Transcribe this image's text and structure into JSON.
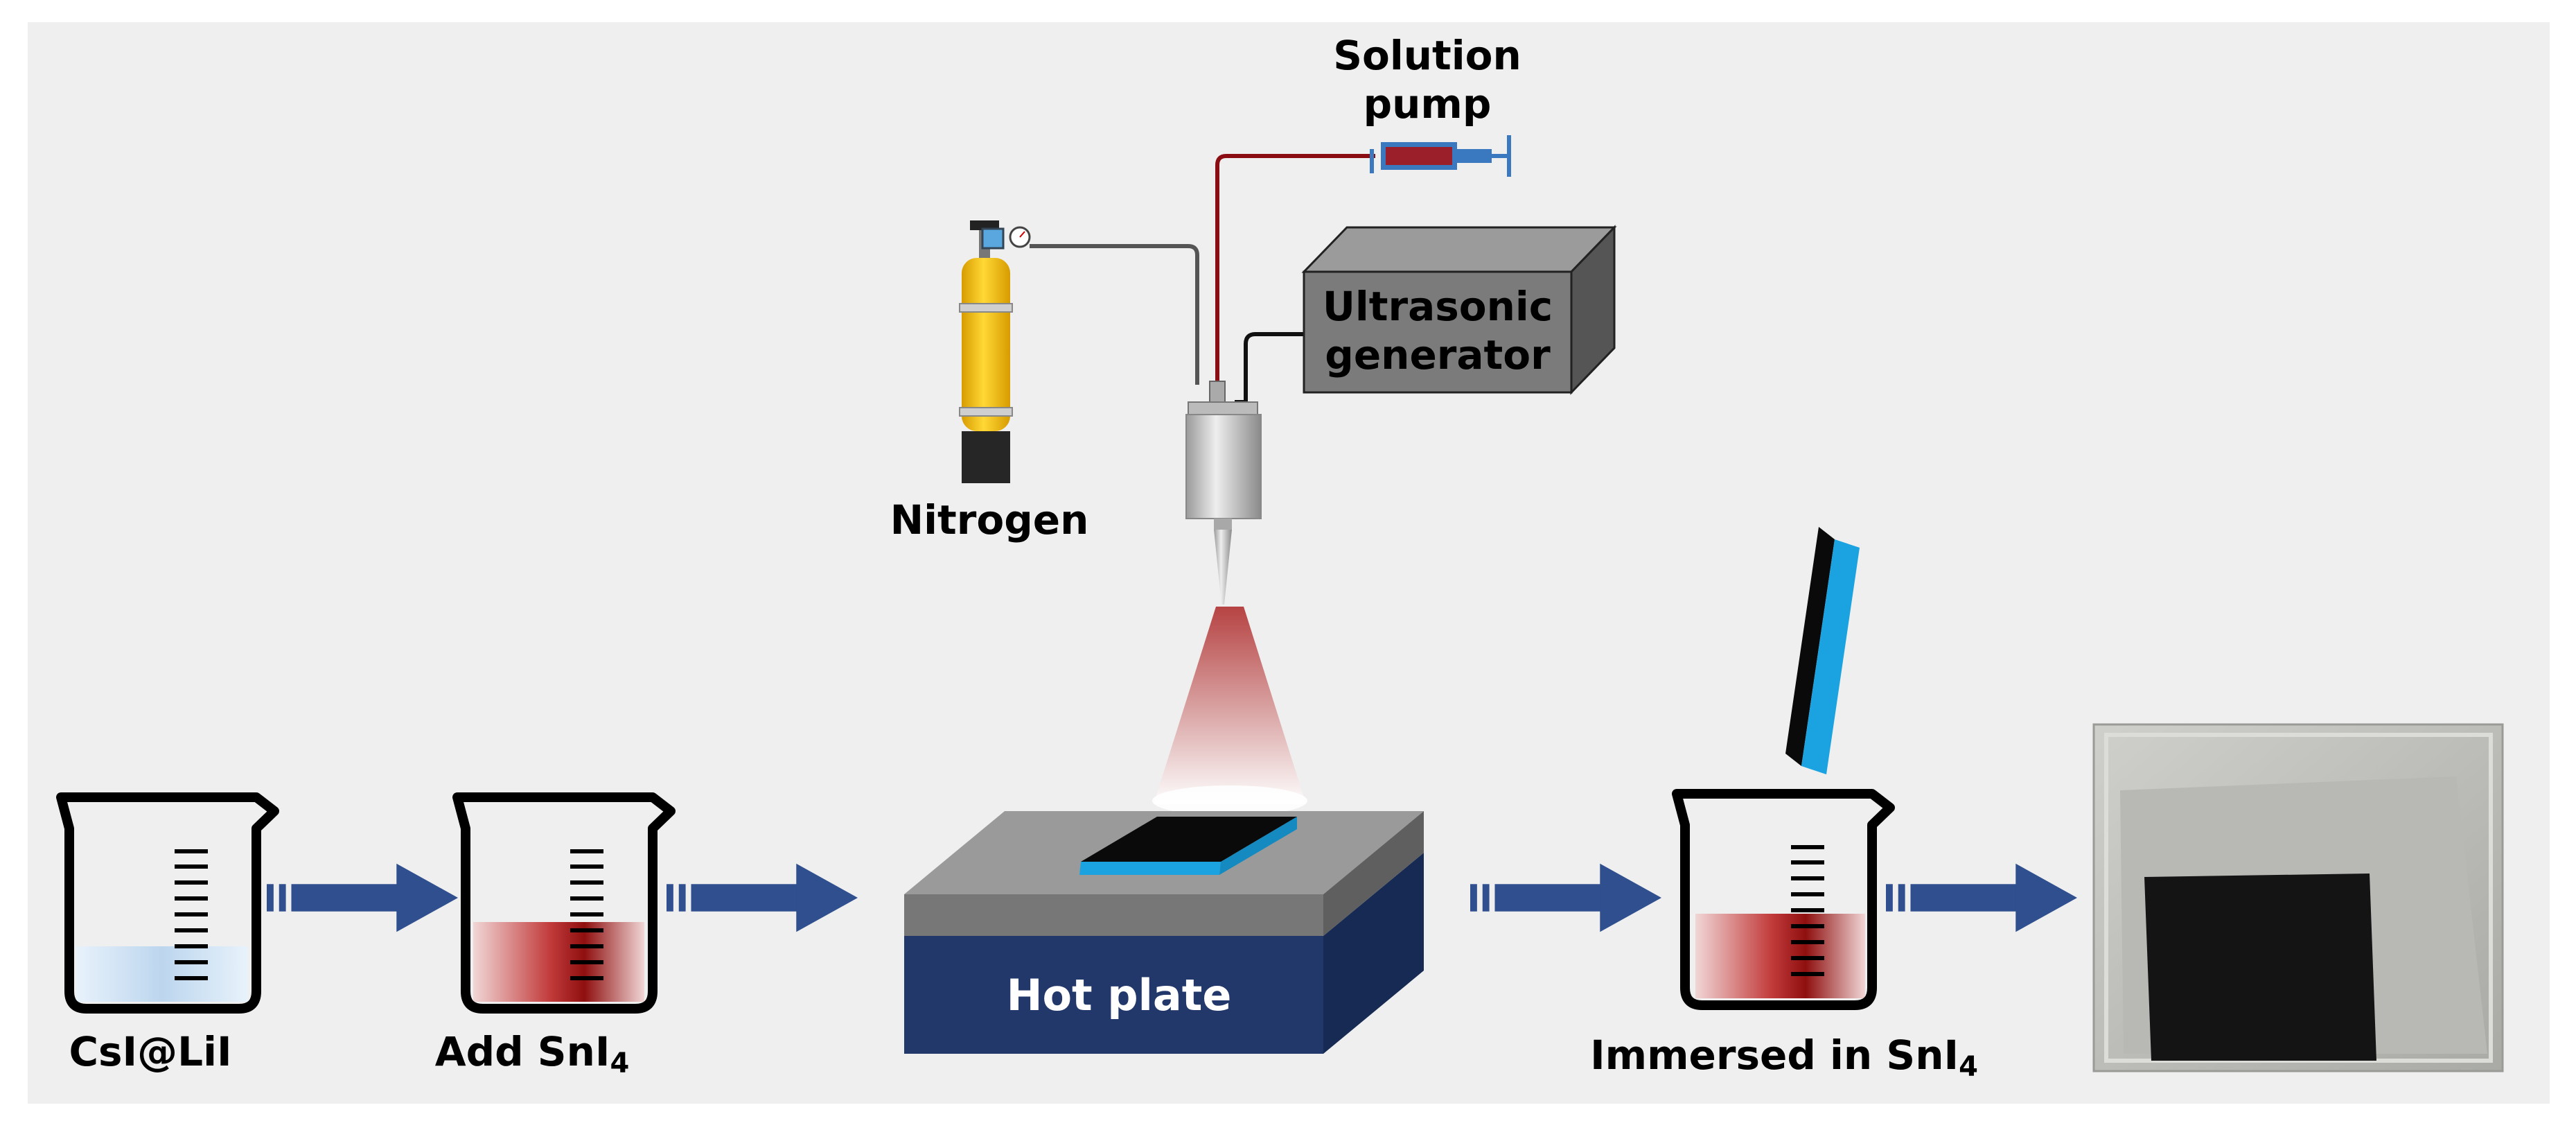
{
  "labels": {
    "solution_pump": [
      "Solution",
      "pump"
    ],
    "ultrasonic_generator": [
      "Ultrasonic",
      "generator"
    ],
    "nitrogen": "Nitrogen",
    "hot_plate": "Hot plate",
    "beaker_1": "CsI@LiI",
    "beaker_2": "Add SnI",
    "beaker_2_subscript": "4",
    "beaker_3": "Immersed in SnI",
    "beaker_3_subscript": "4"
  },
  "icons": [
    "beaker-icon",
    "arrow-icon",
    "spray-nozzle-icon",
    "nitrogen-cylinder-icon",
    "syringe-pump-icon",
    "ultrasonic-generator-box",
    "hot-plate",
    "substrate",
    "photo-result"
  ],
  "colors": {
    "background_panel": "#efefef",
    "arrow": "#2f4f8f",
    "hot_plate_base": "#22386a",
    "hot_plate_top": "#777777",
    "substrate_edge": "#1aa3e0",
    "solution_red": "#9b1414",
    "solution_clear": "#cfe3f5",
    "nitrogen_cylinder": "#f4c20d"
  }
}
